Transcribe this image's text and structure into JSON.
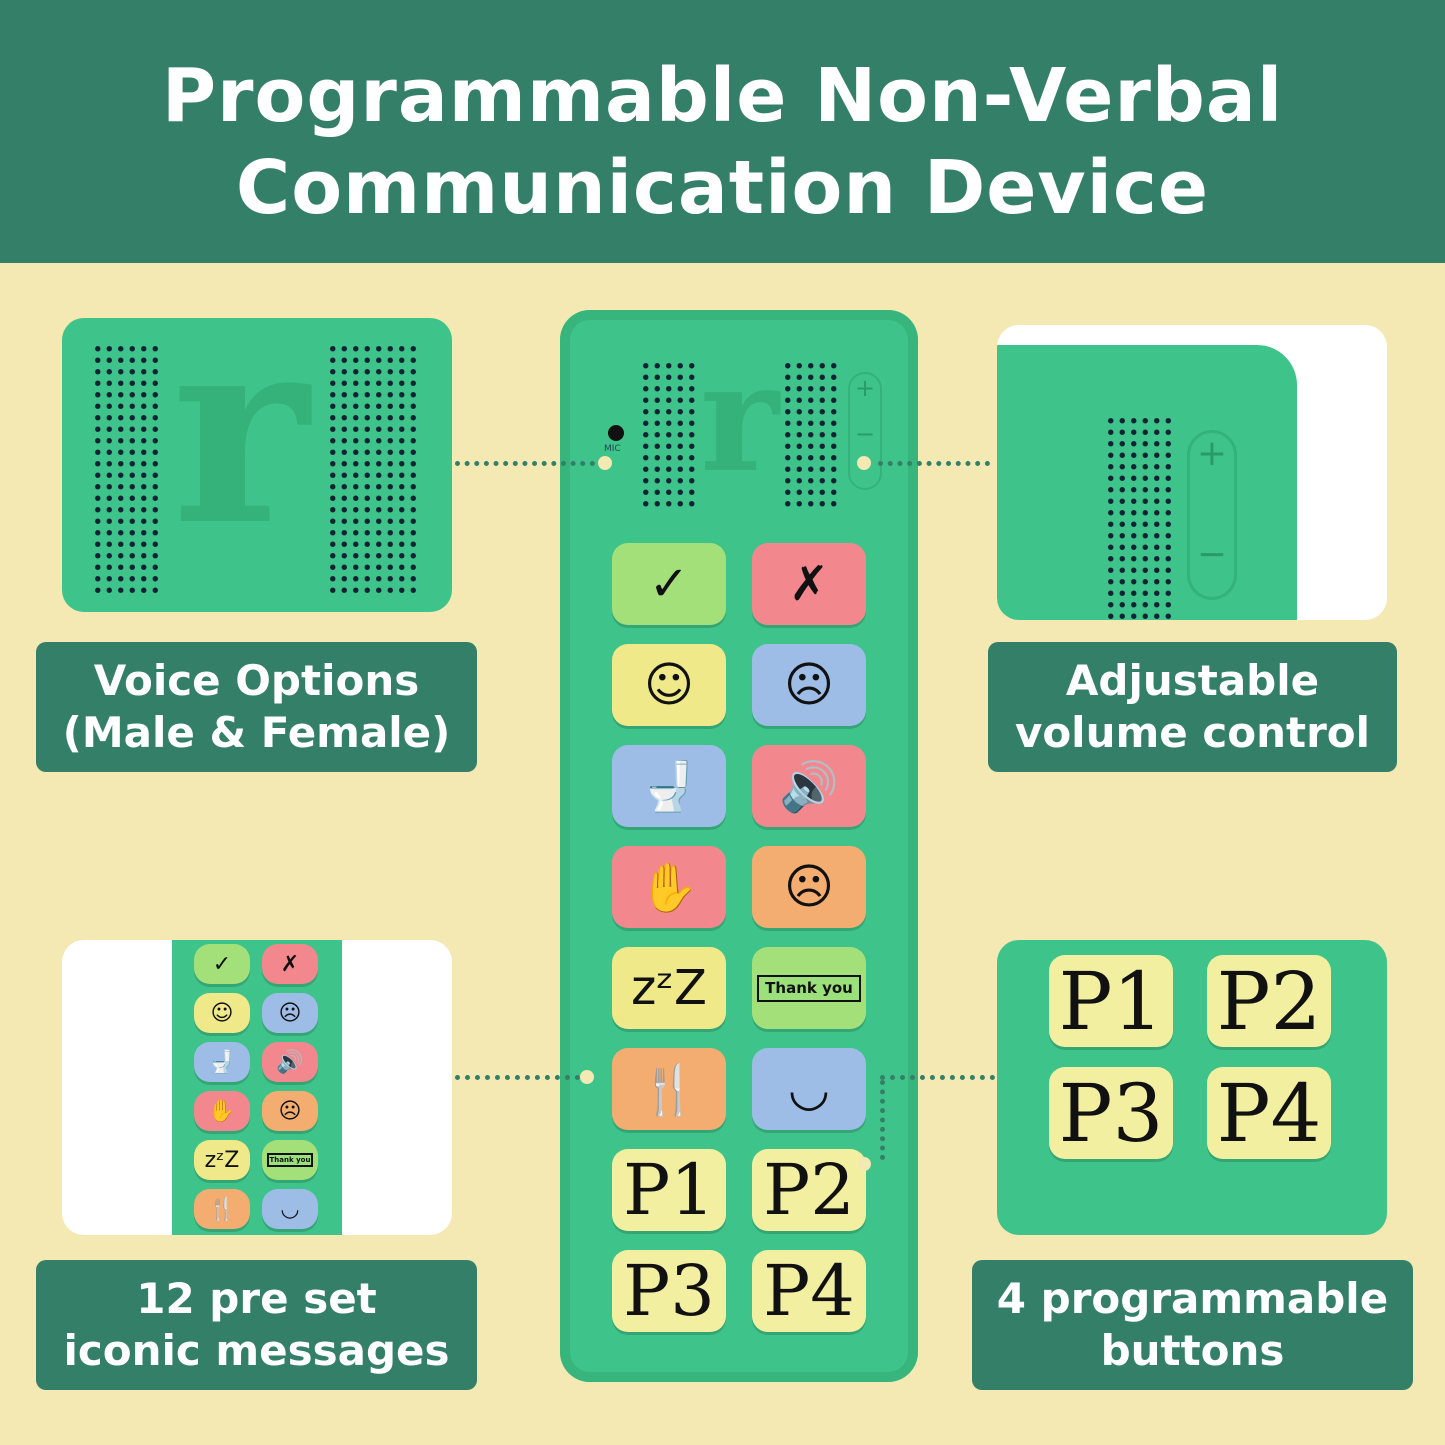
{
  "header": {
    "title_line1": "Programmable Non-Verbal",
    "title_line2": "Communication Device"
  },
  "labels": {
    "voice": [
      "Voice Options",
      "(Male & Female)"
    ],
    "volume": [
      "Adjustable",
      "volume control"
    ],
    "preset": [
      "12 pre set",
      "iconic messages"
    ],
    "programmable": [
      "4 programmable",
      "buttons"
    ]
  },
  "device": {
    "mic_label": "MIC",
    "logo": "r",
    "volume_plus": "+",
    "volume_minus": "−"
  },
  "colors": {
    "header": "#347f68",
    "background": "#f4e9b3",
    "device": "#3ec48a"
  },
  "buttons": [
    {
      "icon": "check-icon",
      "glyph": "✓",
      "color": "#a4e07a"
    },
    {
      "icon": "cross-icon",
      "glyph": "✗",
      "color": "#f2888e"
    },
    {
      "icon": "happy-face-icon",
      "glyph": "☺",
      "color": "#efe98a"
    },
    {
      "icon": "sad-face-icon",
      "glyph": "☹",
      "color": "#9dbde6"
    },
    {
      "icon": "toilet-icon",
      "glyph": "🚽",
      "color": "#9dbde6"
    },
    {
      "icon": "loud-speaker-icon",
      "glyph": "🔊",
      "color": "#f2888e"
    },
    {
      "icon": "helping-hands-icon",
      "glyph": "✋",
      "color": "#f2888e"
    },
    {
      "icon": "upset-face-icon",
      "glyph": "☹",
      "color": "#f4ad70"
    },
    {
      "icon": "sleep-icon",
      "glyph": "zᶻZ",
      "color": "#efe98a"
    },
    {
      "icon": "thank-you-icon",
      "text": "Thank you",
      "color": "#a4e07a"
    },
    {
      "icon": "eat-icon",
      "glyph": "🍴",
      "color": "#f4ad70"
    },
    {
      "icon": "drink-cup-icon",
      "glyph": "◡",
      "color": "#9dbde6"
    },
    {
      "text": "P1",
      "color": "#f2f0a0"
    },
    {
      "text": "P2",
      "color": "#f2f0a0"
    },
    {
      "text": "P3",
      "color": "#f2f0a0"
    },
    {
      "text": "P4",
      "color": "#f2f0a0"
    }
  ]
}
